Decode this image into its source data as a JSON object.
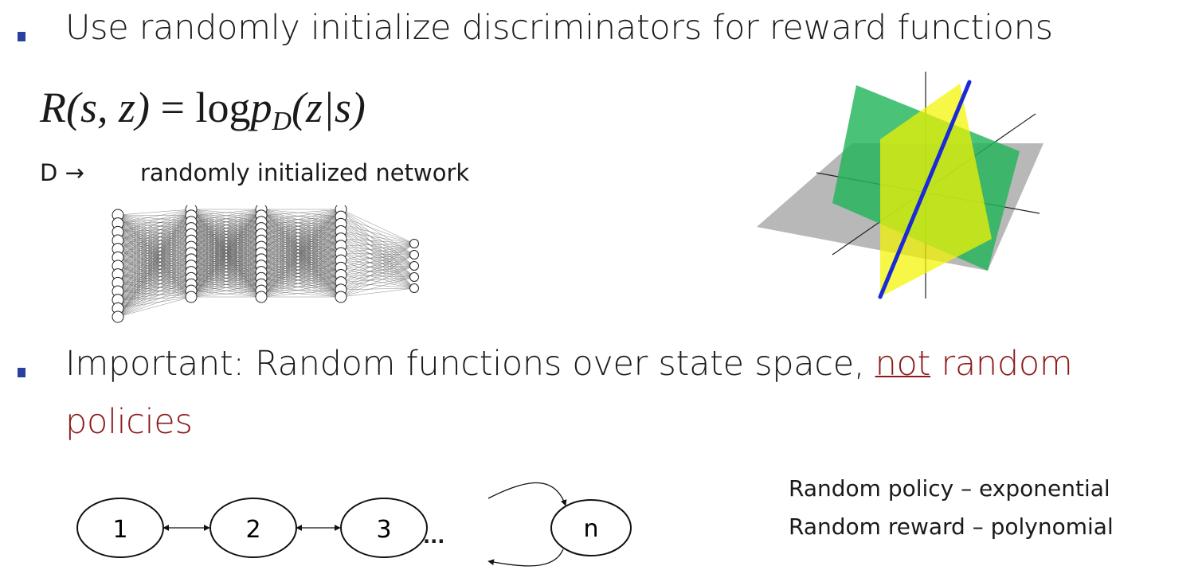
{
  "bullet1": {
    "text": "Use randomly initialize discriminators for reward functions"
  },
  "formula": {
    "lhs": "R(s, z)",
    "eq": "=",
    "rhs_log": "log",
    "rhs_p": "p",
    "rhs_sub": "D",
    "rhs_arg": "(z|s)"
  },
  "discriminator_line": {
    "symbol": "D →",
    "text": "randomly initialized network"
  },
  "bullet2": {
    "part1": "Important: Random functions over state space, ",
    "underlined": "not",
    "part2": " random",
    "part3": "policies"
  },
  "chain": {
    "nodes": [
      "1",
      "2",
      "3",
      "n"
    ],
    "ellipsis": "..."
  },
  "notes": {
    "line1": "Random policy – exponential",
    "line2": "Random reward – polynomial"
  },
  "colors": {
    "bullet": "#2b3fa0",
    "accent_red": "#8b1a1a",
    "plane_green": "#22b45a",
    "plane_yellow": "#f4f400",
    "plane_gray": "#9a9a9a",
    "line_blue": "#1a2ad8"
  }
}
